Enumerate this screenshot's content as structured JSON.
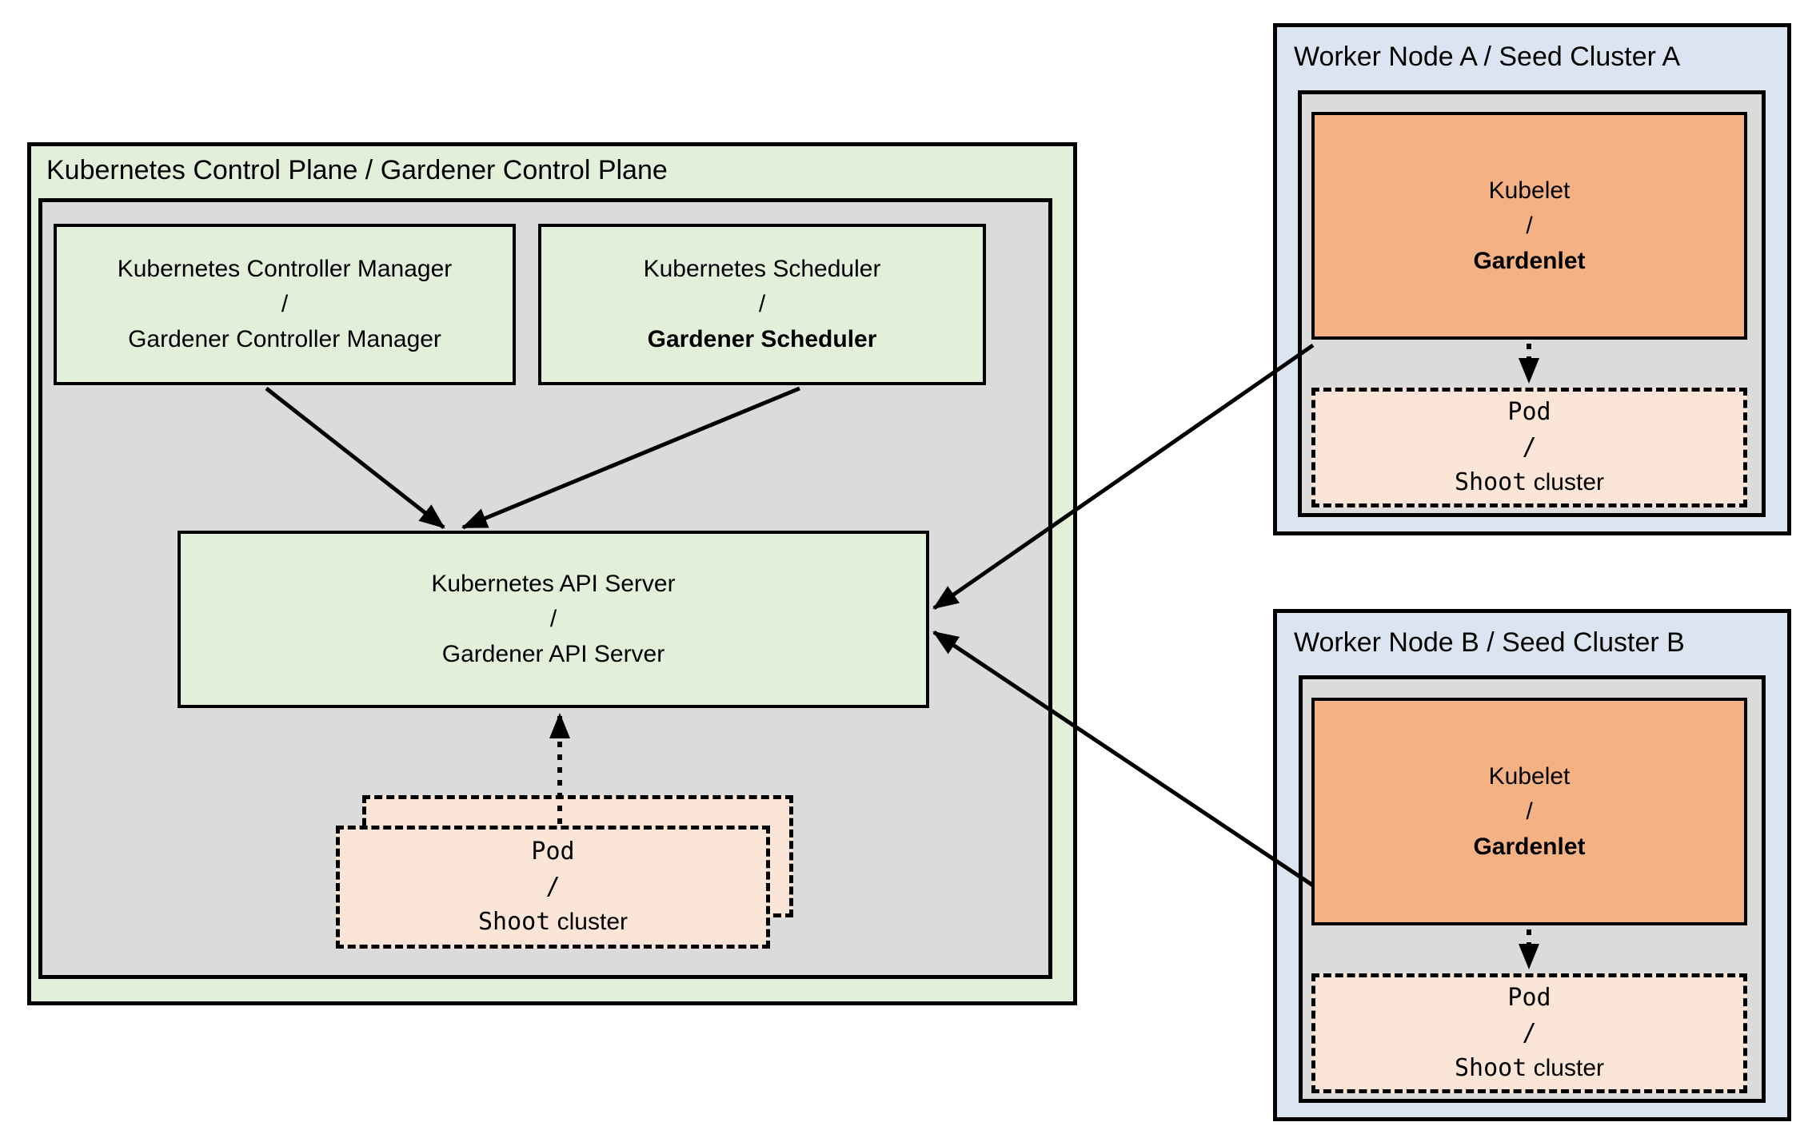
{
  "colors": {
    "light_green": "#e2efd9",
    "gray": "#dbdbdb",
    "light_blue": "#dbe5f1",
    "orange": "#f4b183",
    "peach": "#fbe5d6",
    "border": "#000000"
  },
  "control_plane": {
    "title": "Kubernetes Control Plane / Gardener Control Plane",
    "controller_manager": {
      "line1": "Kubernetes Controller Manager",
      "sep": "/",
      "line3": "Gardener Controller Manager"
    },
    "scheduler": {
      "line1": "Kubernetes Scheduler",
      "sep": "/",
      "line3": "Gardener Scheduler"
    },
    "api_server": {
      "line1": "Kubernetes API Server",
      "sep": "/",
      "line3": "Gardener API Server"
    }
  },
  "pod": {
    "line1": "Pod",
    "sep": "/",
    "shoot": "Shoot",
    "cluster": "cluster"
  },
  "workers": [
    {
      "title": "Worker Node A / Seed Cluster A",
      "kubelet": {
        "line1": "Kubelet",
        "sep": "/",
        "line3": "Gardenlet"
      }
    },
    {
      "title": "Worker Node B / Seed Cluster B",
      "kubelet": {
        "line1": "Kubelet",
        "sep": "/",
        "line3": "Gardenlet"
      }
    }
  ],
  "arrows": [
    {
      "from": "controller-manager",
      "to": "api-server",
      "style": "solid"
    },
    {
      "from": "scheduler",
      "to": "api-server",
      "style": "solid"
    },
    {
      "from": "kubelet-a",
      "to": "api-server",
      "style": "solid"
    },
    {
      "from": "kubelet-b",
      "to": "api-server",
      "style": "solid"
    },
    {
      "from": "pod-shoot-cluster",
      "to": "api-server",
      "style": "dotted"
    },
    {
      "from": "kubelet-a",
      "to": "pod-a",
      "style": "dotted"
    },
    {
      "from": "kubelet-b",
      "to": "pod-b",
      "style": "dotted"
    }
  ]
}
